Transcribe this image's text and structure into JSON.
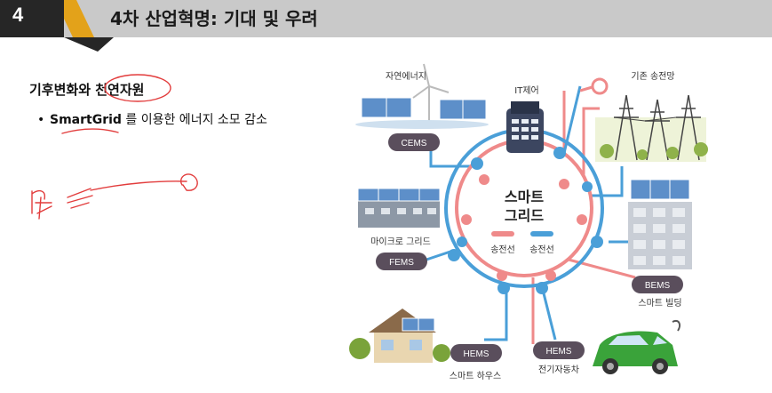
{
  "slide": {
    "number": "4",
    "title": "4차 산업혁명: 기대 및 우려"
  },
  "content": {
    "topic": "기후변화와 천연자원",
    "bullet_bold": "SmartGrid",
    "bullet_rest": " 를 이용한 에너지 소모 감소"
  },
  "diagram": {
    "center_line1": "스마트",
    "center_line2": "그리드",
    "legend_red": "송전선",
    "legend_blue": "송전선",
    "labels": {
      "renewable": "자연에너지",
      "it_control": "IT제어",
      "grid_existing": "기존 송전망",
      "micro_grid": "마이크로 그리드",
      "smart_building": "스마트 빌딩",
      "smart_house": "스마트 하우스",
      "ev": "전기자동차"
    },
    "badges": {
      "cems": "CEMS",
      "fems": "FEMS",
      "bems": "BEMS",
      "hems_house": "HEMS",
      "hems_ev": "HEMS"
    },
    "colors": {
      "red_line": "#ef8a8a",
      "blue_line": "#4a9fd8",
      "badge": "#5a4e5c",
      "center_text": "#222222"
    }
  }
}
